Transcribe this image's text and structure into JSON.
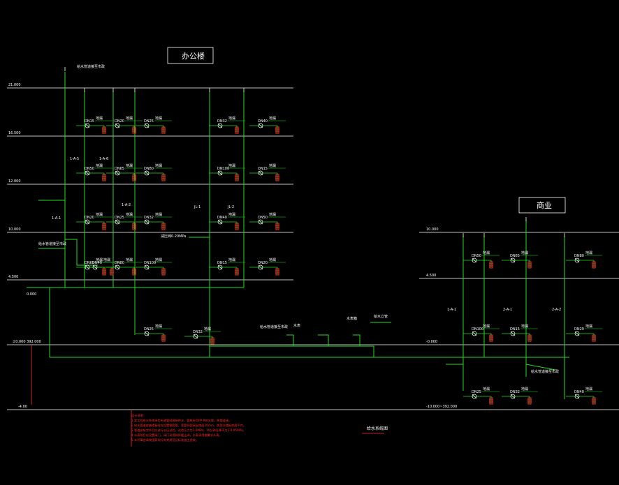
{
  "titles": {
    "office_building": "办公楼",
    "shop": "商业",
    "diagram_caption": "给水系统图"
  },
  "levels": {
    "l1": "21.000",
    "l2": "16.500",
    "l3": "12.000",
    "l4": "10.000",
    "l5": "4.500",
    "l6": "0.000",
    "l7": "±0.000",
    "l8": "-4.00",
    "r1": "10.000",
    "r2": "4.500",
    "r3": "-0.000",
    "r4": "-10.000~392.000",
    "ground_label": "±0.000 392.000"
  },
  "pipe_ids": [
    "1-A-1",
    "1-A-2",
    "2-A-1",
    "2-A-2",
    "1-A-5",
    "1-A-6",
    "JL-1",
    "JL-2"
  ],
  "dn_labels": [
    "DN15",
    "DN20",
    "DN25",
    "DN32",
    "DN40",
    "DN50",
    "DN65",
    "DN80",
    "DN100"
  ],
  "fixture_labels": {
    "water_meter": "水表",
    "meter_box": "水表箱",
    "valve": "阀门",
    "pressure": "减压阀0.20MPa",
    "standpipe": "给水立管",
    "floor_drain": "地漏",
    "pipe_note": "给水管道接至市政"
  },
  "notes": {
    "heading": "设计说明：",
    "lines": [
      "1.本工程给水系统采用市政管网直接供水，管材采用PP-R给水管，热熔连接。",
      "2.给水管道穿越楼板时应设置钢套管，套管顶部高出地面20mm，底部与楼板底面平齐。",
      "3.管道安装完毕后应进行水压试验，试验压力为1.0MPa，10分钟压降不大于0.05MPa。",
      "4.水表前后应设置阀门，阀门采用铜质截止阀，水表采用旋翼式水表。",
      "5.未尽事宜请按国家现行有关规范及标准施工验收。"
    ]
  }
}
